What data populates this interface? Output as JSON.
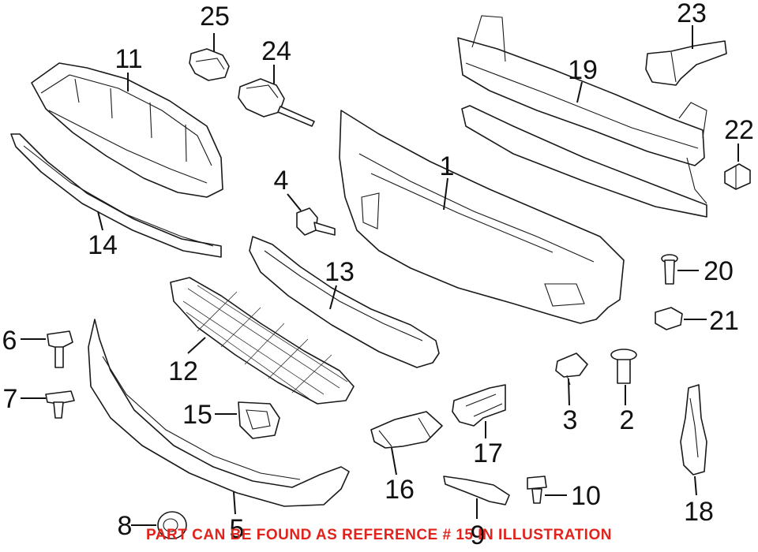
{
  "callouts": {
    "1": "1",
    "2": "2",
    "3": "3",
    "4": "4",
    "5": "5",
    "6": "6",
    "7": "7",
    "8": "8",
    "9": "9",
    "10": "10",
    "11": "11",
    "12": "12",
    "13": "13",
    "14": "14",
    "15": "15",
    "16": "16",
    "17": "17",
    "18": "18",
    "19": "19",
    "20": "20",
    "21": "21",
    "22": "22",
    "23": "23",
    "24": "24",
    "25": "25"
  },
  "footer_note": "PART CAN BE FOUND AS REFERENCE # 15 IN ILLUSTRATION",
  "colors": {
    "line": "#1a1a1a",
    "footer_note": "#e0231c",
    "background": "#ffffff"
  }
}
